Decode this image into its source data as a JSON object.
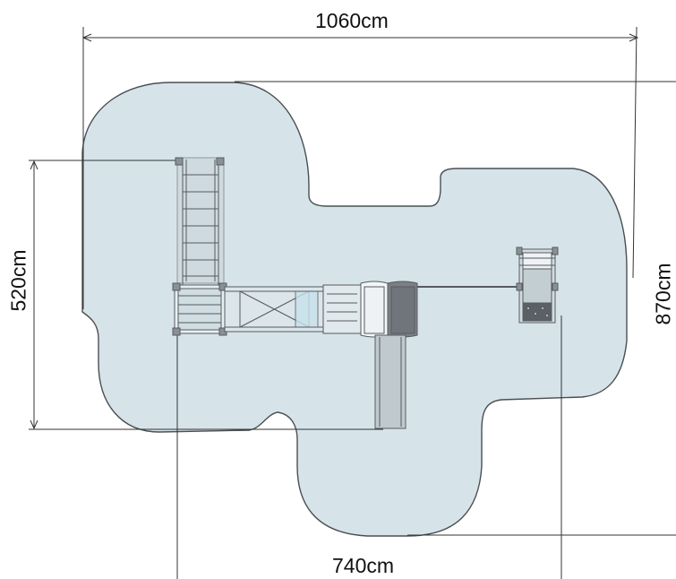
{
  "dimensions": {
    "total_width": "1060cm",
    "total_depth": "870cm",
    "structure_depth": "520cm",
    "structure_width": "740cm"
  },
  "colors": {
    "safety_zone_fill": "#d6e4ea",
    "safety_zone_stroke": "#4a4f52",
    "dimension_line": "#333333",
    "equipment_line": "#555b60",
    "equipment_fill": "#c9d3d8",
    "deck_dark": "#7a8086",
    "tunnel_fill": "#dce6ea"
  },
  "icons": {
    "safety_zone": "safety-surface-area",
    "structure": "playground-equipment-top-view"
  }
}
